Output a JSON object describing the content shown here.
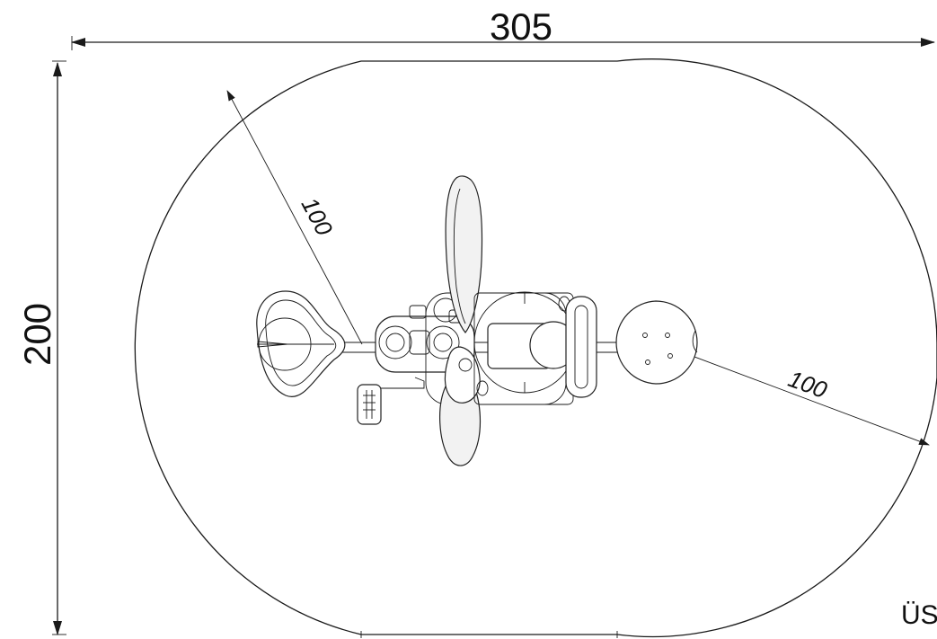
{
  "drawing": {
    "dimensions": {
      "width_label": "305",
      "height_label": "200",
      "radius_left_label": "100",
      "radius_right_label": "100"
    },
    "corner_text": "ÜS",
    "colors": {
      "stroke": "#1a1a1a",
      "background": "#ffffff"
    }
  }
}
